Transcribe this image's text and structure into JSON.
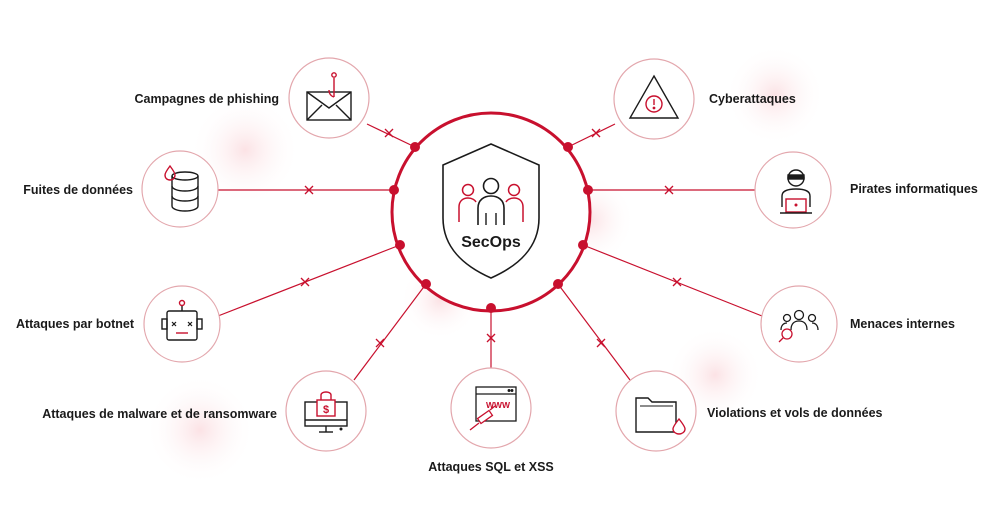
{
  "center": {
    "title": "SecOps",
    "icon": "shield-team-icon"
  },
  "colors": {
    "accent": "#c8102e",
    "stroke": "#1a1a1a",
    "node_border": "#e3a7ad",
    "line": "#c8102e",
    "glow": "#fbe3e5"
  },
  "threats": [
    {
      "id": "phishing",
      "label": "Campagnes de phishing",
      "icon": "phishing-mail-icon"
    },
    {
      "id": "leaks",
      "label": "Fuites de données",
      "icon": "database-leak-icon"
    },
    {
      "id": "botnet",
      "label": "Attaques par botnet",
      "icon": "robot-icon"
    },
    {
      "id": "malware",
      "label": "Attaques de malware et de ransomware",
      "icon": "ransomware-monitor-icon"
    },
    {
      "id": "sql",
      "label": "Attaques SQL et XSS",
      "icon": "sql-injection-icon"
    },
    {
      "id": "breach",
      "label": "Violations et vols de données",
      "icon": "folder-leak-icon"
    },
    {
      "id": "insider",
      "label": "Menaces internes",
      "icon": "insider-group-icon"
    },
    {
      "id": "hackers",
      "label": "Pirates informatiques",
      "icon": "hacker-icon"
    },
    {
      "id": "cyber",
      "label": "Cyberattaques",
      "icon": "warning-triangle-icon"
    }
  ]
}
